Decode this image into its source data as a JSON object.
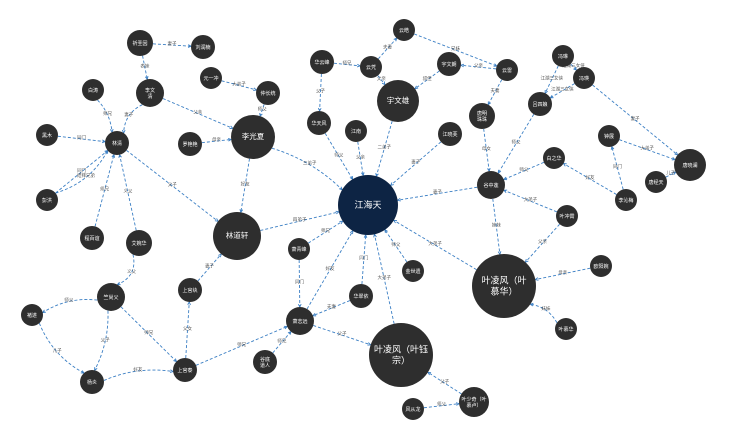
{
  "graph": {
    "nodes": [
      {
        "id": "jianghaitian",
        "label": "江海天",
        "center": true
      },
      {
        "id": "qi_tianyuan",
        "label": "祈圣因"
      },
      {
        "id": "liu_xianbo",
        "label": "刘润楠"
      },
      {
        "id": "bai_dong",
        "label": "白涛"
      },
      {
        "id": "li_wenjing",
        "label": "李文\n清"
      },
      {
        "id": "lin_qing",
        "label": "林清"
      },
      {
        "id": "hei_mu",
        "label": "黑木"
      },
      {
        "id": "peng_hong",
        "label": "彭洪"
      },
      {
        "id": "cheng_baiyi",
        "label": "程百谊"
      },
      {
        "id": "luo_mengyan",
        "label": "罗艳艳"
      },
      {
        "id": "li_guangxia",
        "label": "李光夏"
      },
      {
        "id": "lin_daoxuan",
        "label": "林道轩"
      },
      {
        "id": "yuan_yi",
        "label": "元一冲"
      },
      {
        "id": "zhong_changyong",
        "label": "仲长统"
      },
      {
        "id": "hua_yunfeng",
        "label": "华云峰"
      },
      {
        "id": "hua_tianfeng",
        "label": "华天风"
      },
      {
        "id": "jiang_nan",
        "label": "江南"
      },
      {
        "id": "yun_ping",
        "label": "云凭"
      },
      {
        "id": "yun_hao",
        "label": "云皓"
      },
      {
        "id": "yuwen_xiong",
        "label": "宇文雄"
      },
      {
        "id": "yuwen_bo",
        "label": "宇文朗"
      },
      {
        "id": "yun_lei",
        "label": "云雷"
      },
      {
        "id": "tang_mingzhu",
        "label": "唐明\n珠珠"
      },
      {
        "id": "jiang_xiaofang",
        "label": "江晓芙"
      },
      {
        "id": "feng_lin",
        "label": "冯琳"
      },
      {
        "id": "feng_tan",
        "label": "冯瑛"
      },
      {
        "id": "lu_sifang",
        "label": "吕四娘"
      },
      {
        "id": "ye_zhonglu",
        "label": "谷中莲"
      },
      {
        "id": "bai_zhihua",
        "label": "白之华"
      },
      {
        "id": "zhong_tu",
        "label": "钟展"
      },
      {
        "id": "tang_xiaolan",
        "label": "唐晓澜"
      },
      {
        "id": "li_xinmei",
        "label": "李沁梅"
      },
      {
        "id": "tang_jingtian",
        "label": "唐经天"
      },
      {
        "id": "ye_chongxiao",
        "label": "叶冲霄"
      },
      {
        "id": "ouyang_wan",
        "label": "欧阳婉"
      },
      {
        "id": "ye_lingfeng1",
        "label": "叶凌风（叶\n慕华）"
      },
      {
        "id": "ye_muhua",
        "label": "叶慕华"
      },
      {
        "id": "ai_tiehua",
        "label": "艾婉华"
      },
      {
        "id": "zhu_jiyuan",
        "label": "竺尚父"
      },
      {
        "id": "xi_hong",
        "label": "褚遂"
      },
      {
        "id": "yang_yan",
        "label": "杨炎"
      },
      {
        "id": "shangguan_tai",
        "label": "上官泰"
      },
      {
        "id": "shangguan_duan",
        "label": "上官纨"
      },
      {
        "id": "qu_shijiu",
        "label": "萧青峰"
      },
      {
        "id": "xiao_zhiyuan",
        "label": "萧志远"
      },
      {
        "id": "hua_yuxin",
        "label": "华翠依"
      },
      {
        "id": "jin_shisan",
        "label": "金世遗"
      },
      {
        "id": "li_yiyong",
        "label": "谷底\n道人"
      },
      {
        "id": "ye_lingfeng2",
        "label": "叶凌风（叶钰\n宗）"
      },
      {
        "id": "ye_shaoqi",
        "label": "叶少奇（叶\n慕卢）"
      },
      {
        "id": "feng_congfeng",
        "label": "风从龙"
      }
    ],
    "edges": [
      {
        "source": "qi_tianyuan",
        "target": "liu_xianbo",
        "label": "妻子"
      },
      {
        "source": "qi_tianyuan",
        "target": "li_wenjing",
        "label": "表妹"
      },
      {
        "source": "li_wenjing",
        "target": "lin_qing",
        "label": "妻子"
      },
      {
        "source": "bai_dong",
        "target": "lin_qing",
        "label": "师兄"
      },
      {
        "source": "hei_mu",
        "target": "lin_qing",
        "label": "同门"
      },
      {
        "source": "peng_hong",
        "target": "lin_qing",
        "label": "同门"
      },
      {
        "source": "cheng_baiyi",
        "target": "lin_qing",
        "label": "师兄"
      },
      {
        "source": "lin_qing",
        "target": "lin_daoxuan",
        "label": "父子"
      },
      {
        "source": "peng_hong",
        "target": "lin_qing",
        "label": "结拜兄弟"
      },
      {
        "source": "li_wenjing",
        "target": "li_guangxia",
        "label": "父亲"
      },
      {
        "source": "luo_mengyan",
        "target": "li_guangxia",
        "label": "母亲"
      },
      {
        "source": "yuan_yi",
        "target": "zhong_changyong",
        "label": "大弟子"
      },
      {
        "source": "zhong_changyong",
        "target": "li_guangxia",
        "label": "师父"
      },
      {
        "source": "li_guangxia",
        "target": "jianghaitian",
        "label": "三弟子"
      },
      {
        "source": "li_guangxia",
        "target": "lin_daoxuan",
        "label": "好友"
      },
      {
        "source": "lin_daoxuan",
        "target": "jianghaitian",
        "label": "四弟子"
      },
      {
        "source": "hua_yunfeng",
        "target": "hua_tianfeng",
        "label": "父子"
      },
      {
        "source": "hua_yunfeng",
        "target": "yun_ping",
        "label": "师兄"
      },
      {
        "source": "hua_tianfeng",
        "target": "jianghaitian",
        "label": "师父"
      },
      {
        "source": "yun_ping",
        "target": "yun_hao",
        "label": "夫妻"
      },
      {
        "source": "yun_ping",
        "target": "yuwen_xiong",
        "label": "父亲"
      },
      {
        "source": "yun_hao",
        "target": "yun_lei",
        "label": "兄妹"
      },
      {
        "source": "yun_lei",
        "target": "yuwen_bo",
        "label": "父亲"
      },
      {
        "source": "yuwen_bo",
        "target": "yuwen_xiong",
        "label": "叔侄"
      },
      {
        "source": "yuwen_xiong",
        "target": "jianghaitian",
        "label": "二弟子"
      },
      {
        "source": "jiang_nan",
        "target": "jianghaitian",
        "label": "父亲"
      },
      {
        "source": "yun_lei",
        "target": "tang_mingzhu",
        "label": "夫妻"
      },
      {
        "source": "jiang_xiaofang",
        "target": "jianghaitian",
        "label": "妻子"
      },
      {
        "source": "tang_mingzhu",
        "target": "ye_zhonglu",
        "label": "母女"
      },
      {
        "source": "feng_lin",
        "target": "feng_tan",
        "label": "江湖三女侠"
      },
      {
        "source": "feng_lin",
        "target": "lu_sifang",
        "label": "江湖三女侠"
      },
      {
        "source": "feng_tan",
        "target": "lu_sifang",
        "label": "江湖三女侠"
      },
      {
        "source": "lu_sifang",
        "target": "ye_zhonglu",
        "label": "师父"
      },
      {
        "source": "feng_tan",
        "target": "tang_xiaolan",
        "label": "妻子"
      },
      {
        "source": "ye_zhonglu",
        "target": "jianghaitian",
        "label": "妻子"
      },
      {
        "source": "bai_zhihua",
        "target": "ye_zhonglu",
        "label": "师父"
      },
      {
        "source": "zhong_tu",
        "target": "tang_xiaolan",
        "label": "大弟子"
      },
      {
        "source": "li_xinmei",
        "target": "zhong_tu",
        "label": "同门"
      },
      {
        "source": "tang_jingtian",
        "target": "tang_xiaolan",
        "label": "儿子"
      },
      {
        "source": "li_xinmei",
        "target": "bai_zhihua",
        "label": "好友"
      },
      {
        "source": "ye_chongxiao",
        "target": "ye_zhonglu",
        "label": "大弟子"
      },
      {
        "source": "ye_zhonglu",
        "target": "ye_lingfeng1",
        "label": "妹妹"
      },
      {
        "source": "ye_chongxiao",
        "target": "ye_lingfeng1",
        "label": "父亲"
      },
      {
        "source": "ouyang_wan",
        "target": "ye_lingfeng1",
        "label": "母亲"
      },
      {
        "source": "ye_lingfeng1",
        "target": "jianghaitian",
        "label": "大弟子"
      },
      {
        "source": "ye_muhua",
        "target": "ye_lingfeng1",
        "label": "妹妹"
      },
      {
        "source": "ai_tiehua",
        "target": "lin_qing",
        "label": "义父"
      },
      {
        "source": "ai_tiehua",
        "target": "zhu_jiyuan",
        "label": "义父"
      },
      {
        "source": "zhu_jiyuan",
        "target": "xi_hong",
        "label": "师父"
      },
      {
        "source": "zhu_jiyuan",
        "target": "yang_yan",
        "label": "父子"
      },
      {
        "source": "zhu_jiyuan",
        "target": "shangguan_tai",
        "label": "师兄"
      },
      {
        "source": "xi_hong",
        "target": "yang_yan",
        "label": "儿子"
      },
      {
        "source": "yang_yan",
        "target": "shangguan_tai",
        "label": "好友"
      },
      {
        "source": "shangguan_duan",
        "target": "lin_daoxuan",
        "label": "妻子"
      },
      {
        "source": "shangguan_tai",
        "target": "shangguan_duan",
        "label": "父女"
      },
      {
        "source": "shangguan_tai",
        "target": "xiao_zhiyuan",
        "label": "师兄"
      },
      {
        "source": "qu_shijiu",
        "target": "jianghaitian",
        "label": "师兄"
      },
      {
        "source": "qu_shijiu",
        "target": "xiao_zhiyuan",
        "label": "同门"
      },
      {
        "source": "xiao_zhiyuan",
        "target": "jianghaitian",
        "label": "好友"
      },
      {
        "source": "hua_yuxin",
        "target": "jianghaitian",
        "label": "同门"
      },
      {
        "source": "hua_yuxin",
        "target": "xiao_zhiyuan",
        "label": "夫妻"
      },
      {
        "source": "jin_shisan",
        "target": "jianghaitian",
        "label": "师父"
      },
      {
        "source": "li_yiyong",
        "target": "xiao_zhiyuan",
        "label": "师兄"
      },
      {
        "source": "xiao_zhiyuan",
        "target": "ye_lingfeng2",
        "label": "父子"
      },
      {
        "source": "ye_lingfeng2",
        "target": "jianghaitian",
        "label": "大弟子"
      },
      {
        "source": "ye_shaoqi",
        "target": "ye_lingfeng2",
        "label": "父子"
      },
      {
        "source": "feng_congfeng",
        "target": "ye_shaoqi",
        "label": "师父"
      }
    ]
  }
}
